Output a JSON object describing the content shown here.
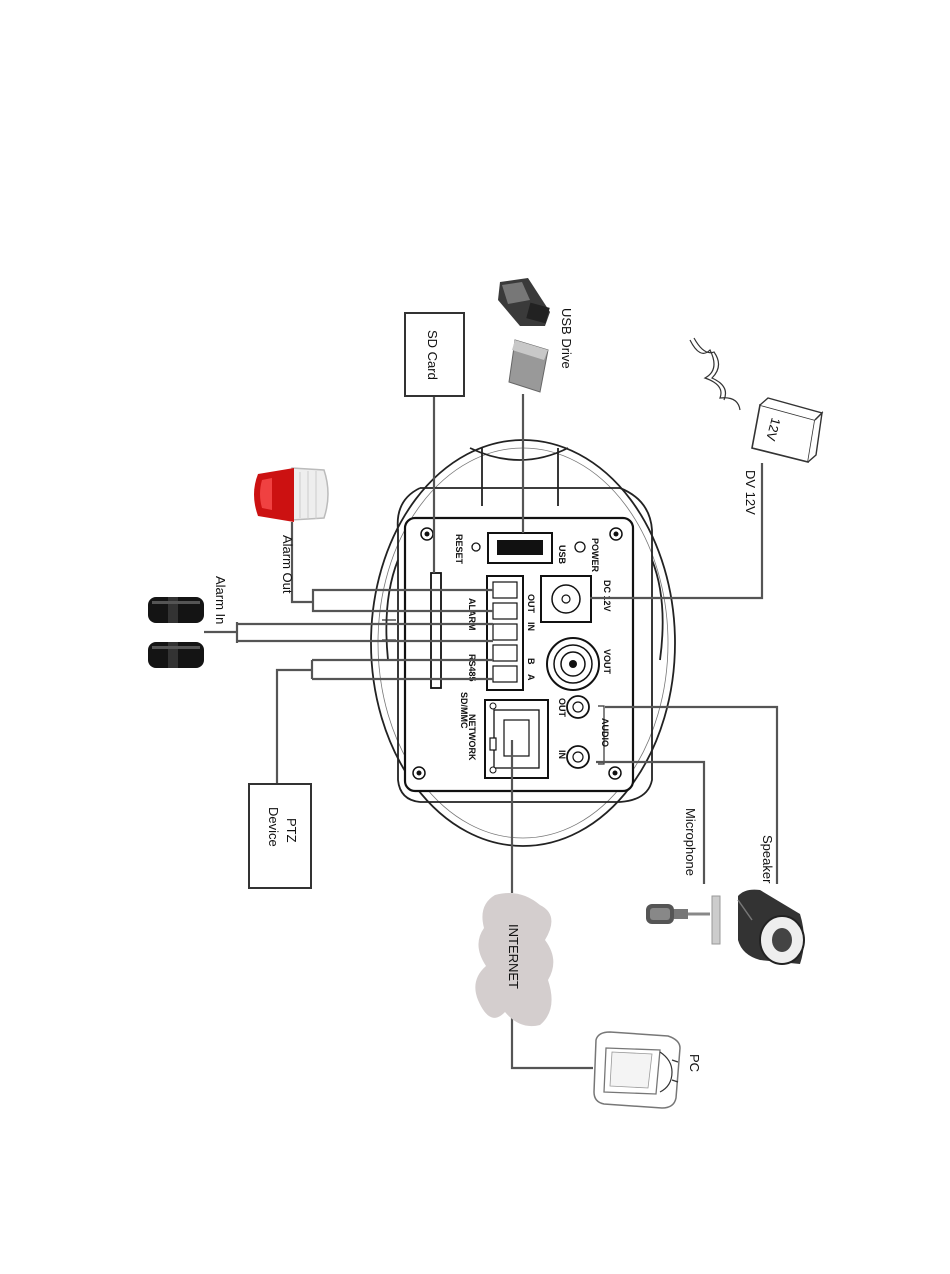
{
  "devices": {
    "sd_card": "SD Card",
    "usb_drive": "USB Drive",
    "alarm_out": "Alarm Out",
    "alarm_in": "Alarm In",
    "dv12v": "DV 12V",
    "ptz_line1": "PTZ",
    "ptz_line2": "Device",
    "internet": "INTERNET",
    "microphone": "Microphone",
    "speaker": "Speaker",
    "pc": "PC"
  },
  "panel": {
    "reset": "RESET",
    "usb": "USB",
    "power": "POWER",
    "sd_mc": "SD/MMC",
    "alarm": "ALARM",
    "rs485": "RS485",
    "a": "A",
    "b": "B",
    "in": "IN",
    "out_top": "OUT",
    "dc12v": "DC 12V",
    "vout": "VOUT",
    "out_audio": "OUT",
    "audio": "AUDIO",
    "in_audio": "IN",
    "network": "NETWORK",
    "adapter": "12V"
  },
  "colors": {
    "siren_red": "#cc1111",
    "cloud_gray": "#d4cece",
    "wire_gray": "#555555"
  }
}
